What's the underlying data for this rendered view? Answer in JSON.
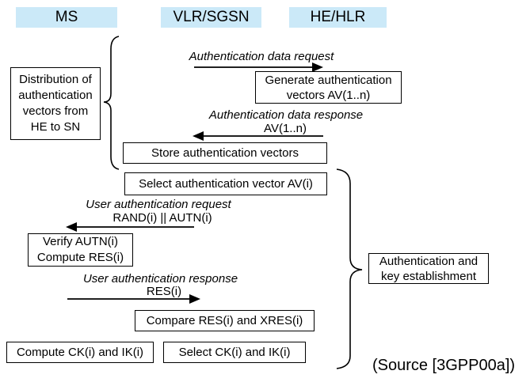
{
  "diagram": {
    "actors": {
      "ms": "MS",
      "vlr_sgsn": "VLR/SGSN",
      "he_hlr": "HE/HLR"
    },
    "phases": {
      "distribution": {
        "lines": [
          "Distribution of",
          "authentication",
          "vectors from",
          "HE to SN"
        ]
      },
      "auth_key_establishment": {
        "lines": [
          "Authentication and",
          "key establishment"
        ]
      }
    },
    "steps": {
      "generate": {
        "lines": [
          "Generate authentication",
          "vectors AV(1..n)"
        ]
      },
      "store": "Store authentication vectors",
      "select_av": "Select authentication vector AV(i)",
      "verify": {
        "lines": [
          "Verify AUTN(i)",
          "Compute RES(i)"
        ]
      },
      "compare": "Compare RES(i) and XRES(i)",
      "compute_ck": "Compute CK(i) and IK(i)",
      "select_ck": "Select CK(i) and IK(i)"
    },
    "messages": {
      "auth_data_request": {
        "label": "Authentication data request"
      },
      "auth_data_response": {
        "label": "Authentication data response",
        "param": "AV(1..n)"
      },
      "user_auth_request": {
        "label": "User authentication request",
        "param": "RAND(i) || AUTN(i)"
      },
      "user_auth_response": {
        "label": "User authentication response",
        "param": "RES(i)"
      }
    },
    "source_note": "(Source [3GPP00a])",
    "colors": {
      "actor_bg": "#cbe9f8",
      "line": "#000000"
    }
  }
}
